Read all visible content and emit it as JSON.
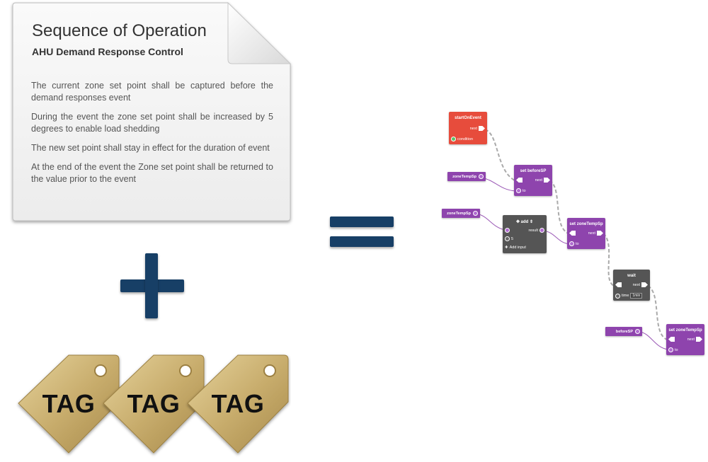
{
  "document": {
    "title": "Sequence of Operation",
    "subtitle": "AHU Demand Response Control",
    "paragraphs": [
      "The current zone set point shall be captured before the demand responses event",
      "During the event the zone set point shall be increased by 5 degrees to enable load shedding",
      "The new set point shall stay in effect for the duration of event",
      "At the end of the event the Zone set point shall be returned to the value prior to the event"
    ]
  },
  "tags": [
    "TAG",
    "TAG",
    "TAG"
  ],
  "colors": {
    "symbol": "#173f66",
    "tag_gold": "#c9ae6e",
    "block_purple": "#8e44ad",
    "block_red": "#e74c3c",
    "block_dark": "#555555"
  },
  "flow": {
    "start_block": {
      "title": "startOnEvent",
      "next": "next",
      "condition": "condition"
    },
    "set_before": {
      "title": "set beforeSP",
      "next": "next",
      "to": "to"
    },
    "var_zone1": {
      "label": "zoneTempSp"
    },
    "var_zone2": {
      "label": "zoneTempSp"
    },
    "add_block": {
      "title": "add",
      "result": "result",
      "value": "5",
      "add_input": "Add input"
    },
    "set_zone1": {
      "title": "set zoneTempSp",
      "next": "next",
      "to": "to"
    },
    "wait_block": {
      "title": "wait",
      "next": "next",
      "time_label": "time",
      "time_value": "1min"
    },
    "var_before": {
      "label": "beforeSP"
    },
    "set_zone2": {
      "title": "set zoneTempSp",
      "next": "next",
      "to": "to"
    }
  }
}
